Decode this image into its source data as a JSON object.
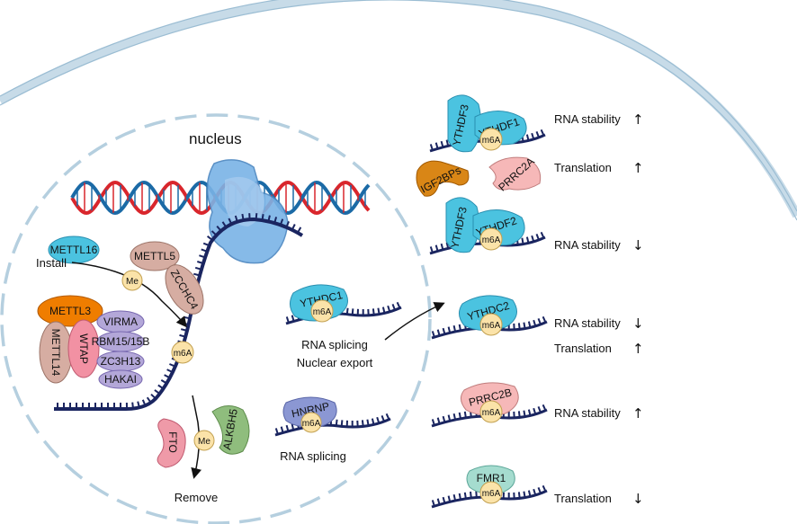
{
  "nucleus_label": "nucleus",
  "methyl_label": "Me",
  "m6a_label": "m6A",
  "install_label": "Install",
  "remove_label": "Remove",
  "writers": {
    "mettl16": "METTL16",
    "mettl5": "METTL5",
    "zcchc4": "ZCCHC4",
    "mettl3": "METTL3",
    "mettl14": "METTL14",
    "wtap": "WTAP",
    "virma": "VIRMA",
    "rbm15": "RBM15/15B",
    "zc3h13": "ZC3H13",
    "hakai": "HAKAI"
  },
  "erasers": {
    "fto": "FTO",
    "alkbh5": "ALKBH5"
  },
  "nuclear_readers": {
    "ythdc1": "YTHDC1",
    "ythdc1_effect_1": "RNA splicing",
    "ythdc1_effect_2": "Nuclear export",
    "hnrnp": "HNRNP",
    "hnrnp_effect": "RNA splicing"
  },
  "cytoplasmic_readers": {
    "ythdf3": "YTHDF3",
    "ythdf1": "YTHDF1",
    "igf2bps": "IGF2BPs",
    "prrc2a": "PRRC2A",
    "ythdf2": "YTHDF2",
    "ythdc2": "YTHDC2",
    "prrc2b": "PRRC2B",
    "fmr1": "FMR1"
  },
  "effects": {
    "stability": "RNA stability",
    "translation": "Translation",
    "up": "↑",
    "down": "↓"
  },
  "colors": {
    "membrane": "#c7dbe8",
    "nuclear_envelope": "#b5cfdf",
    "rna": "#1a2560",
    "dna_red": "#d9262c",
    "dna_blue": "#1b6aa6",
    "methyl": "#fbe3a9",
    "polymerase": "#7ab3e6",
    "ythdf": "#4bc3e0",
    "mettl3": "#ef7d00",
    "wtap": "#f291a3",
    "lavender": "#b3a7d8",
    "rose_brown": "#d6ada2",
    "igf2bp": "#d98616",
    "prrc2": "#f6b8b8",
    "fmr1": "#a5dccf",
    "fto": "#ef9aa8",
    "alkbh5": "#8fbd7d",
    "hnrnp": "#8b97d3"
  }
}
